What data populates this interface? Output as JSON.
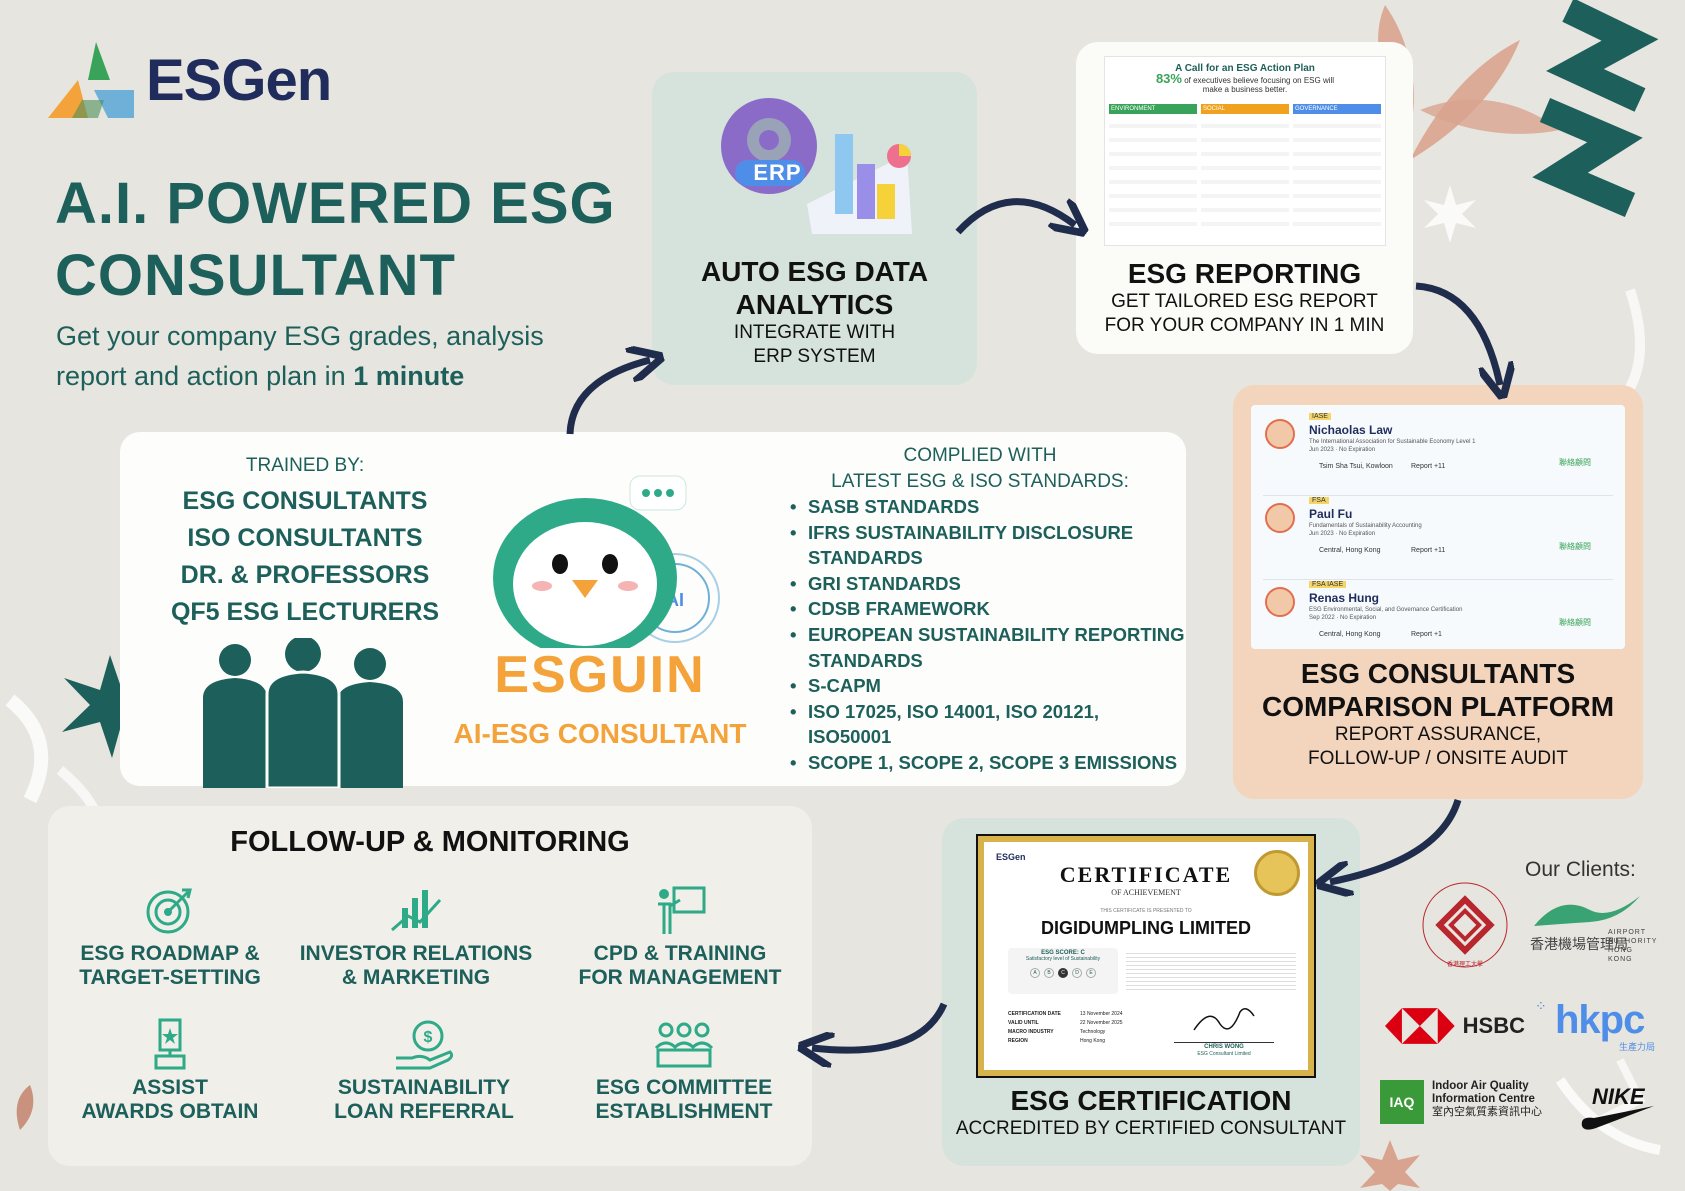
{
  "brand": {
    "name": "ESGen"
  },
  "hero": {
    "headline_line1": "A.I. POWERED ESG",
    "headline_line2": "CONSULTANT",
    "sub_text": "Get your company ESG grades, analysis report and action plan in ",
    "sub_bold": "1 minute"
  },
  "analytics": {
    "badge": "ERP",
    "title_line1": "AUTO ESG DATA",
    "title_line2": "ANALYTICS",
    "sub_line1": "INTEGRATE WITH",
    "sub_line2": "ERP SYSTEM"
  },
  "reporting": {
    "doc_title": "A Call for an ESG Action Plan",
    "doc_percent": "83%",
    "doc_percent_note": "of executives believe focusing on ESG will make a business better.",
    "doc_columns": [
      "ENVIRONMENT",
      "SOCIAL",
      "GOVERNANCE"
    ],
    "title": "ESG REPORTING",
    "sub_line1": "GET TAILORED ESG REPORT",
    "sub_line2": "FOR YOUR COMPANY IN 1 MIN"
  },
  "consultants": {
    "profiles": [
      {
        "tag": "IASE",
        "name": "Nichaolas Law",
        "desc": "The International Association for Sustainable Economy Level 1",
        "date": "Jun 2023 · No Expiration",
        "location": "Tsim Sha Tsui, Kowloon",
        "report": "Report +11",
        "contact": "聯絡顧問"
      },
      {
        "tag": "FSA",
        "name": "Paul Fu",
        "desc": "Fundamentals of Sustainability Accounting",
        "date": "Jun 2023 · No Expiration",
        "location": "Central, Hong Kong",
        "report": "Report +11",
        "contact": "聯絡顧問"
      },
      {
        "tag": "FSA  IASE",
        "name": "Renas Hung",
        "desc": "ESG Environmental, Social, and Governance Certification",
        "date": "Sep 2022 · No Expiration",
        "location": "Central, Hong Kong",
        "report": "Report +1",
        "contact": "聯絡顧問"
      }
    ],
    "title_line1": "ESG CONSULTANTS",
    "title_line2": "COMPARISON PLATFORM",
    "sub_line1": "REPORT ASSURANCE,",
    "sub_line2": "FOLLOW-UP / ONSITE AUDIT"
  },
  "main": {
    "trained_label": "TRAINED BY:",
    "trained_by": [
      "ESG CONSULTANTS",
      "ISO CONSULTANTS",
      "DR. & PROFESSORS",
      "QF5 ESG LECTURERS"
    ],
    "mascot_name": "ESGUIN",
    "mascot_sub": "AI-ESG CONSULTANT",
    "mascot_badge": "AI",
    "complied_line1": "COMPLIED WITH",
    "complied_line2": "LATEST ESG & ISO STANDARDS:",
    "standards": [
      "SASB STANDARDS",
      "IFRS SUSTAINABILITY DISCLOSURE STANDARDS",
      "GRI STANDARDS",
      "CDSB FRAMEWORK",
      "EUROPEAN SUSTAINABILITY REPORTING STANDARDS",
      "S-CAPM",
      "ISO 17025, ISO 14001, ISO 20121, ISO50001",
      "SCOPE 1, SCOPE 2, SCOPE 3 EMISSIONS"
    ]
  },
  "certificate": {
    "brand": "ESGen",
    "heading": "CERTIFICATE",
    "subheading": "OF ACHIEVEMENT",
    "presented": "THIS CERTIFICATE IS PRESENTED TO",
    "company": "DIGIDUMPLING LIMITED",
    "score_label": "ESG SCORE: C",
    "score_note": "Satisfactory level of Sustainability",
    "grades": [
      "A",
      "B",
      "C",
      "D",
      "E"
    ],
    "fields": [
      {
        "k": "CERTIFICATION DATE",
        "v": "13 November 2024"
      },
      {
        "k": "VALID UNTIL",
        "v": "22 November 2025"
      },
      {
        "k": "MACRO INDUSTRY",
        "v": "Technology"
      },
      {
        "k": "REGION",
        "v": "Hong Kong"
      }
    ],
    "signer": "CHRIS WONG",
    "signer_org": "ESG Consultant Limited",
    "title": "ESG CERTIFICATION",
    "sub": "ACCREDITED BY CERTIFIED CONSULTANT"
  },
  "follow": {
    "title": "FOLLOW-UP & MONITORING",
    "items": [
      {
        "icon": "target-icon",
        "line1": "ESG ROADMAP &",
        "line2": "TARGET-SETTING"
      },
      {
        "icon": "growth-chart-icon",
        "line1": "INVESTOR RELATIONS",
        "line2": "& MARKETING"
      },
      {
        "icon": "presentation-icon",
        "line1": "CPD & TRAINING",
        "line2": "FOR MANAGEMENT"
      },
      {
        "icon": "trophy-icon",
        "line1": "ASSIST",
        "line2": "AWARDS OBTAIN"
      },
      {
        "icon": "money-hand-icon",
        "line1": "SUSTAINABILITY",
        "line2": "LOAN REFERRAL"
      },
      {
        "icon": "committee-icon",
        "line1": "ESG COMMITTEE",
        "line2": "ESTABLISHMENT"
      }
    ]
  },
  "clients": {
    "title": "Our Clients:",
    "airport_cn": "香港機場管理局",
    "airport_en1": "AIRPORT",
    "airport_en2": "AUTHORITY",
    "airport_en3": "HONG KONG",
    "polyu_cn": "香港理工大學",
    "hsbc": "HSBC",
    "hkpc": "hkpc",
    "hkpc_cn": "生產力局",
    "iaq_badge": "IAQ",
    "iaq_line1": "Indoor Air Quality",
    "iaq_line2": "Information Centre",
    "iaq_cn": "室內空氣質素資訊中心",
    "nike": "NIKE"
  },
  "colors": {
    "teal": "#1d5f5a",
    "orange": "#f4a23a",
    "navy": "#1f2c5c",
    "arrow": "#1f2c4c"
  }
}
